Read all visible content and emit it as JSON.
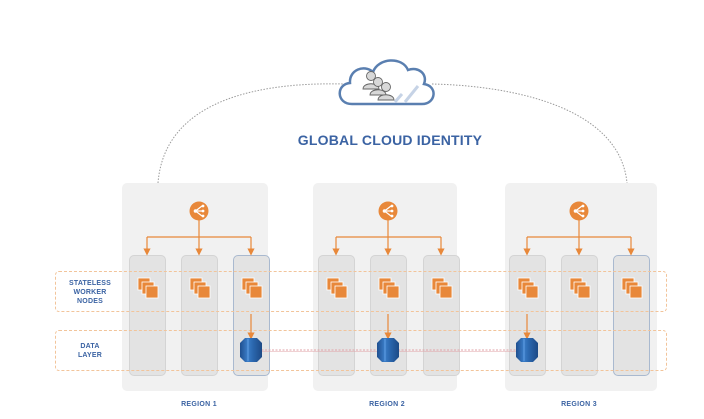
{
  "diagram": {
    "title": "GLOBAL CLOUD IDENTITY",
    "cloud_icon": "users-cloud-icon",
    "layers": [
      {
        "id": "worker",
        "label_lines": [
          "STATELESS",
          "WORKER",
          "NODES"
        ]
      },
      {
        "id": "data",
        "label_lines": [
          "DATA",
          "LAYER"
        ]
      }
    ],
    "regions": [
      {
        "label": "REGION 1",
        "load_balancer_icon": "load-balancer-icon",
        "data_node_column": 3
      },
      {
        "label": "REGION 2",
        "load_balancer_icon": "load-balancer-icon",
        "data_node_column": 2
      },
      {
        "label": "REGION 3",
        "load_balancer_icon": "load-balancer-icon",
        "data_node_column": 1
      }
    ],
    "icons": {
      "worker": "server-stack-icon",
      "database": "database-icon"
    },
    "colors": {
      "accent_orange": "#e8883a",
      "title_blue": "#3b63a3",
      "db_blue": "#2f6db5",
      "cloud_outline": "#5a7fb0"
    }
  }
}
